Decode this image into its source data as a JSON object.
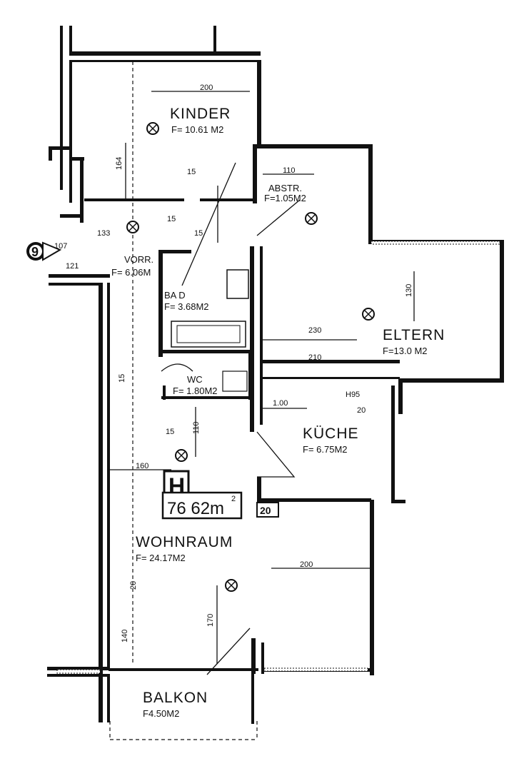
{
  "rooms": {
    "kinder": {
      "name": "KINDER",
      "area": "F= 10.61 M2"
    },
    "abstr": {
      "name": "ABSTR.",
      "area": "F=1.05M2"
    },
    "vorr": {
      "name": "VORR.",
      "area": "F= 6.06M"
    },
    "bad": {
      "name": "BA D",
      "area": "F= 3.68M2"
    },
    "wc": {
      "name": "WC",
      "area": "F= 1.80M2"
    },
    "eltern": {
      "name": "ELTERN",
      "area": "F=13.0  M2"
    },
    "kueche": {
      "name": "KÜCHE",
      "area": "F= 6.75M2"
    },
    "wohnraum": {
      "name": "WOHNRAUM",
      "area": "F= 24.17M2"
    },
    "balkon": {
      "name": "BALKON",
      "area": "F4.50M2"
    }
  },
  "total": {
    "letter": "H",
    "value": "76 62m",
    "unit_exp": "2"
  },
  "door_number": "9",
  "box_number": "20",
  "dimensions": {
    "kinder_width": "200",
    "kinder_height": "164",
    "abstr_width": "110",
    "eltern_height": "130",
    "eltern_width_top": "230",
    "eltern_width_bottom": "210",
    "kueche_width": "1.00",
    "kueche_h": "H95",
    "kueche_side": "20",
    "vorr_width": "160",
    "vorr_height": "110",
    "wohn_width": "200",
    "wohn_height": "170",
    "wohn_side": "140",
    "d_15a": "15",
    "d_15b": "15",
    "d_15c": "15",
    "d_15d": "15",
    "d_15e": "15",
    "d_20": "20",
    "d_133": "133",
    "d_107": "107",
    "d_121": "121"
  }
}
